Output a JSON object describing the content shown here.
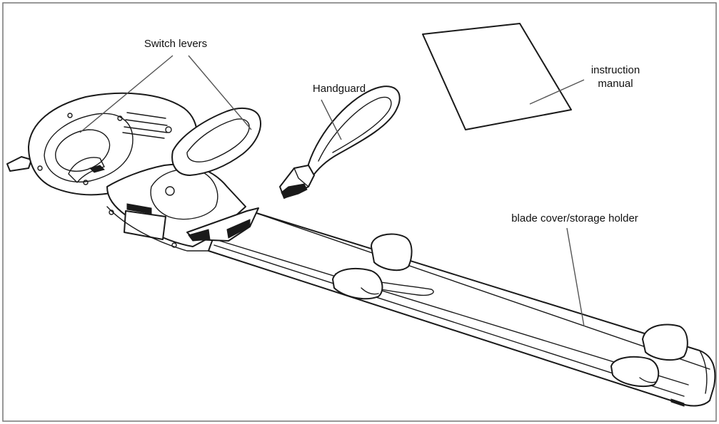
{
  "labels": {
    "switch_levers": "Switch levers",
    "handguard": "Handguard",
    "instruction_manual_line1": "instruction",
    "instruction_manual_line2": "manual",
    "blade_cover": "blade cover/storage holder"
  },
  "colors": {
    "line": "#1a1a1a",
    "leader": "#555555",
    "frame": "#777777",
    "background": "#ffffff"
  }
}
